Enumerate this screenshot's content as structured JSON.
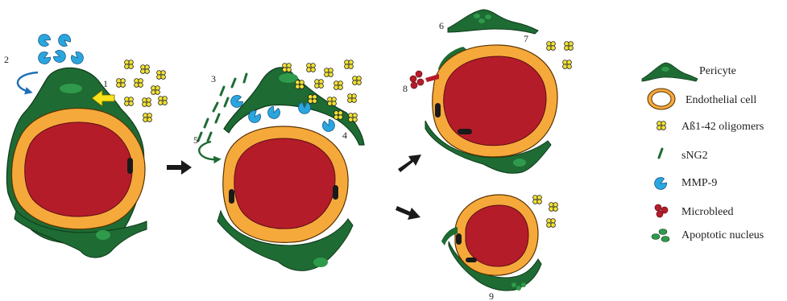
{
  "step_numbers": [
    "1",
    "2",
    "3",
    "4",
    "5",
    "6",
    "7",
    "8",
    "9"
  ],
  "legend": {
    "items": [
      {
        "label": "Pericyte",
        "icon": "pericyte-icon"
      },
      {
        "label": "Endothelial cell",
        "icon": "endothelial-cell-icon"
      },
      {
        "label": "Aß1-42 oligomers",
        "icon": "oligomer-icon"
      },
      {
        "label": "sNG2",
        "icon": "sng2-icon"
      },
      {
        "label": "MMP-9",
        "icon": "mmp9-icon"
      },
      {
        "label": "Microbleed",
        "icon": "microbleed-icon"
      },
      {
        "label": "Apoptotic nucleus",
        "icon": "apoptotic-nucleus-icon"
      }
    ]
  },
  "colors": {
    "pericyte": "#1e6b33",
    "pericyte_nucleus": "#2f9a4b",
    "endothelial": "#f6a93b",
    "lumen": "#b51c2a",
    "endothelial_nucleus": "#1a1a1a",
    "oligomer": "#f2e233",
    "mmp9": "#2aa6df",
    "sng2": "#1e6b33",
    "microbleed": "#b51c2a",
    "arrow": "#1a1a1a",
    "highlight_arrow": "#f7e21b",
    "curl_arrow": "#1f6fb5"
  }
}
